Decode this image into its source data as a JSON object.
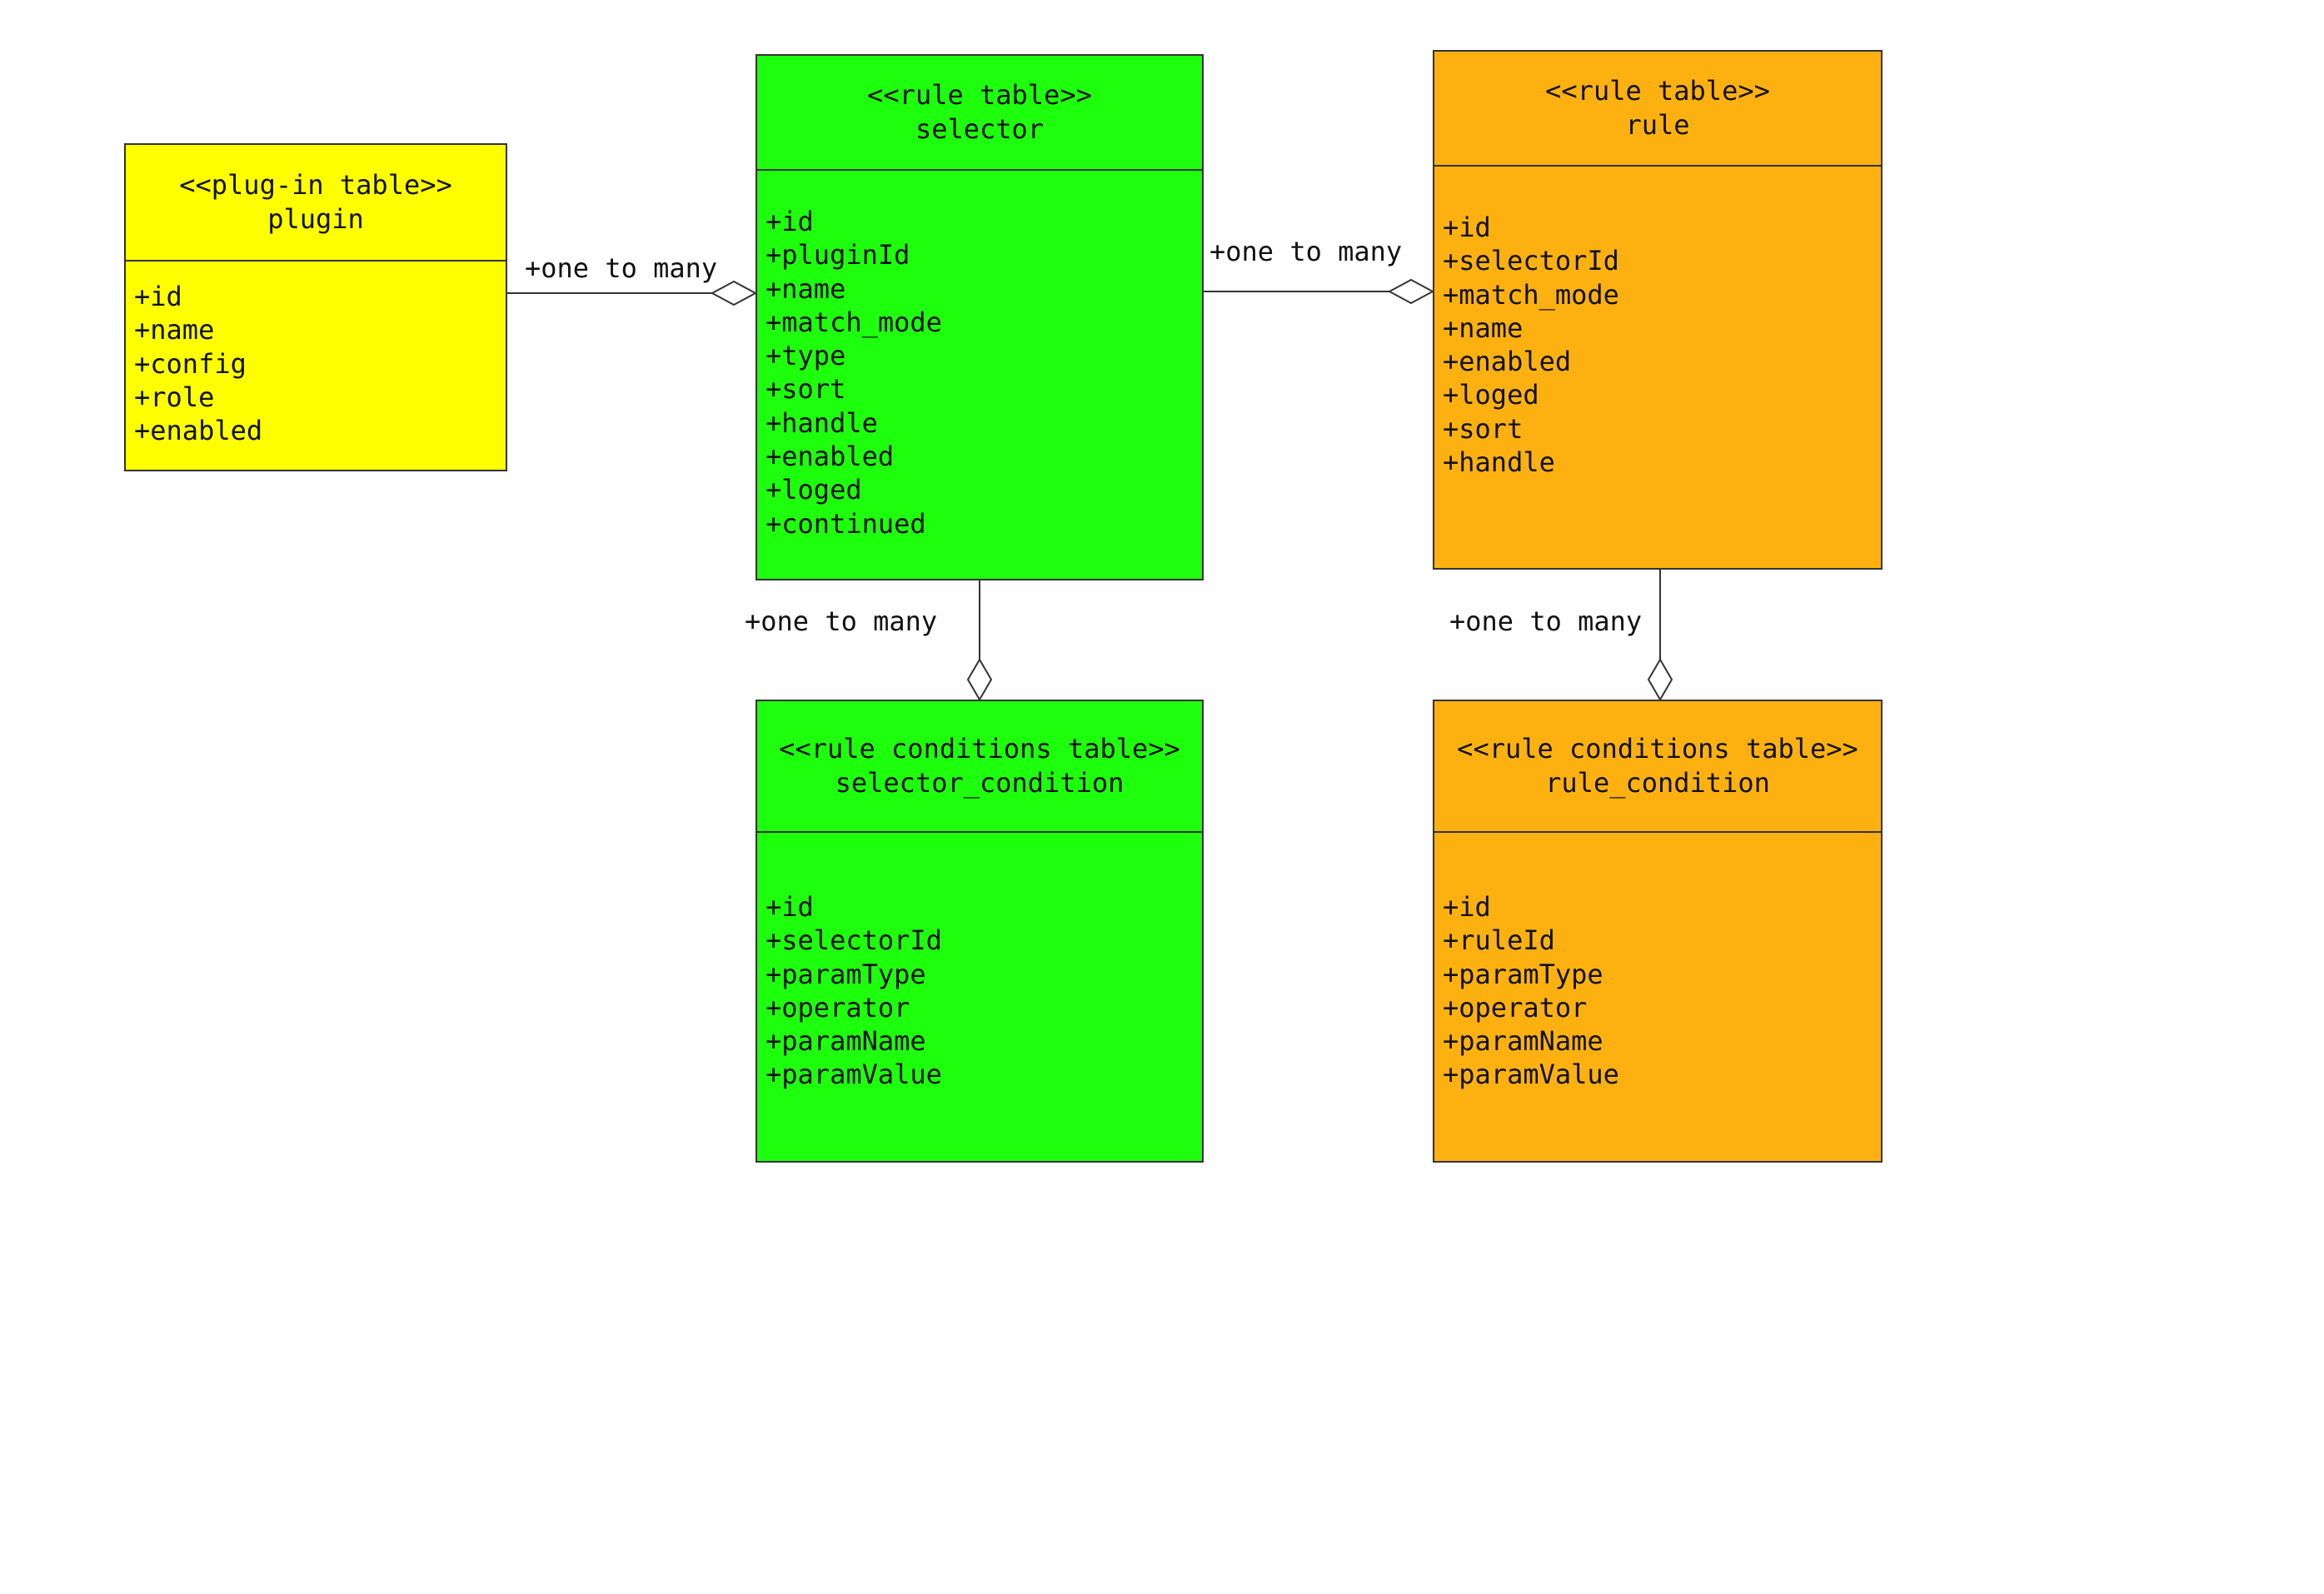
{
  "colors": {
    "plugin_fill": "#FFFF00",
    "selector_fill": "#1EFF0E",
    "rule_fill": "#FDB110",
    "line": "#333333"
  },
  "classes": {
    "plugin": {
      "stereotype": "<<plug-in table>>",
      "name": "plugin",
      "attributes": [
        "+id",
        "+name",
        "+config",
        "+role",
        "+enabled"
      ]
    },
    "selector": {
      "stereotype": "<<rule table>>",
      "name": "selector",
      "attributes": [
        "+id",
        "+pluginId",
        "+name",
        "+match_mode",
        "+type",
        "+sort",
        "+handle",
        "+enabled",
        "+loged",
        "+continued"
      ]
    },
    "rule": {
      "stereotype": "<<rule table>>",
      "name": "rule",
      "attributes": [
        "+id",
        "+selectorId",
        "+match_mode",
        "+name",
        "+enabled",
        "+loged",
        "+sort",
        "+handle"
      ]
    },
    "selector_condition": {
      "stereotype": "<<rule conditions table>>",
      "name": "selector_condition",
      "attributes": [
        "+id",
        "+selectorId",
        "+paramType",
        "+operator",
        "+paramName",
        "+paramValue"
      ]
    },
    "rule_condition": {
      "stereotype": "<<rule conditions table>>",
      "name": "rule_condition",
      "attributes": [
        "+id",
        "+ruleId",
        "+paramType",
        "+operator",
        "+paramName",
        "+paramValue"
      ]
    }
  },
  "relations": {
    "plugin_selector": "+one to many",
    "selector_rule": "+one to many",
    "selector_condition": "+one to many",
    "rule_condition": "+one to many"
  }
}
